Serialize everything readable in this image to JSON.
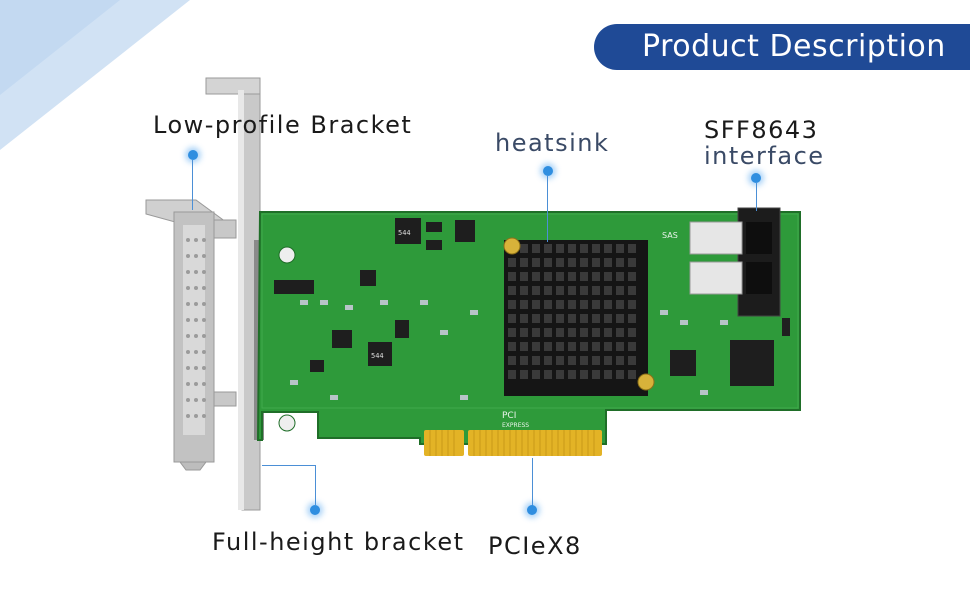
{
  "banner": {
    "title": "Product Description"
  },
  "labels": {
    "low_profile": "Low-profile Bracket",
    "heatsink": "heatsink",
    "sff_line1": "SFF8643",
    "sff_line2": "interface",
    "full_height": "Full-height bracket",
    "pcie": "PCIeX8"
  },
  "silkscreen": {
    "pci": "PCI",
    "express": "EXPRESS",
    "sas": "SAS",
    "chip1": "544",
    "chip2": "544"
  },
  "colors": {
    "banner": "#1f4a96",
    "pcb": "#2e9a3a",
    "heatsink": "#1b1b1b",
    "gold": "#e3b326",
    "accent_dot": "#2f8ee0"
  }
}
